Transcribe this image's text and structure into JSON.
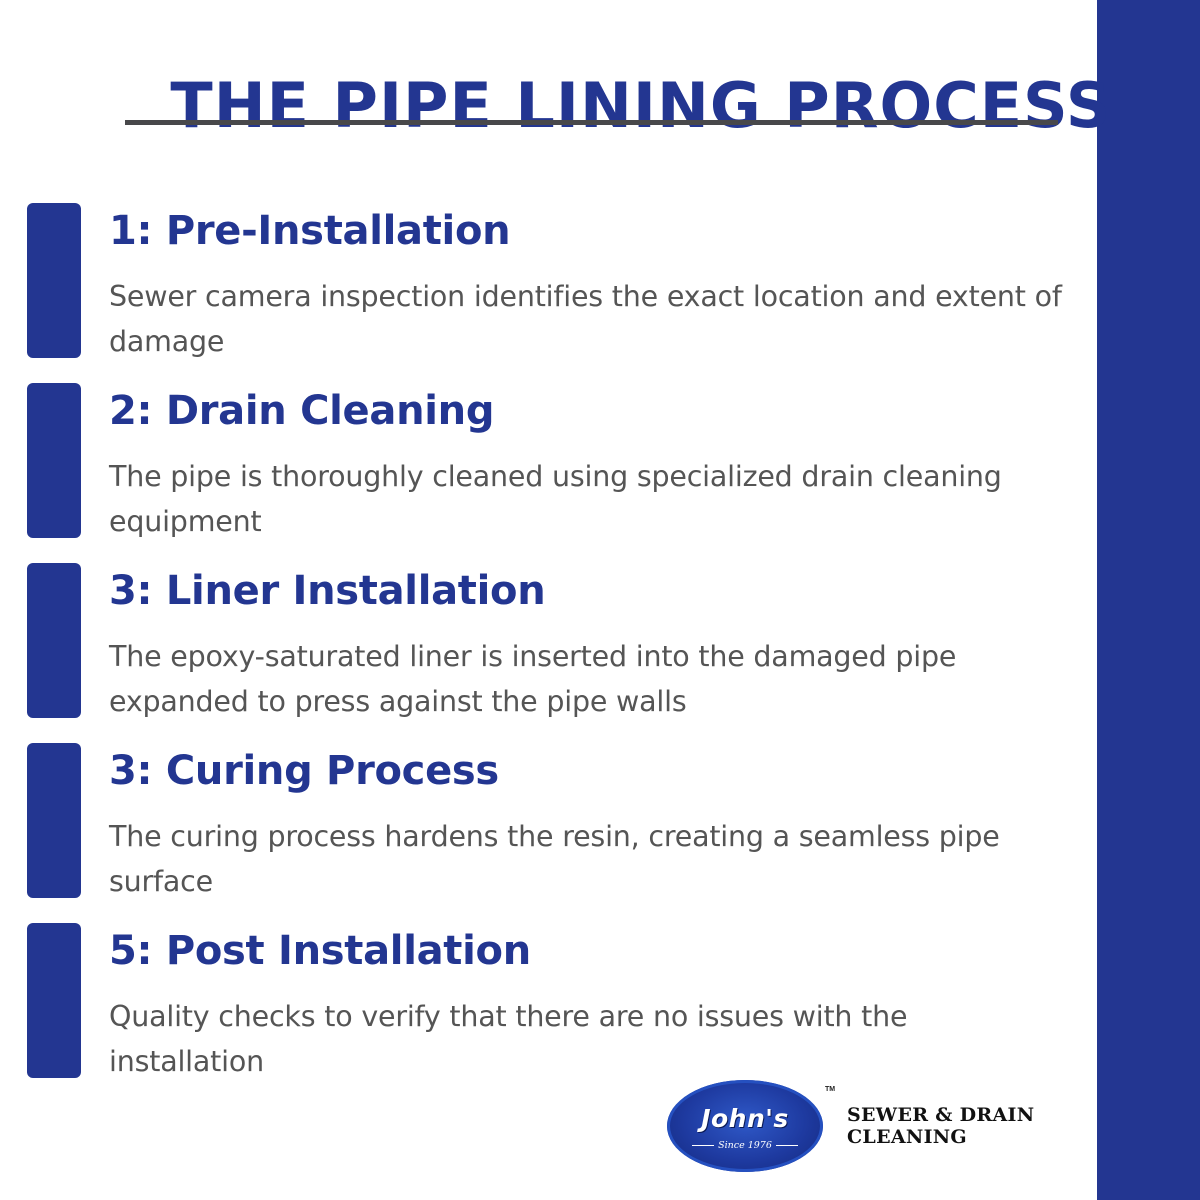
{
  "header": {
    "title": "THE PIPE LINING PROCESS"
  },
  "steps": [
    {
      "title": "1: Pre-Installation",
      "description": "Sewer camera inspection identifies the exact location and extent of damage"
    },
    {
      "title": "2: Drain Cleaning",
      "description": "The pipe is thoroughly cleaned using specialized drain cleaning equipment"
    },
    {
      "title": "3: Liner Installation",
      "description": "The epoxy-saturated liner is inserted into the damaged pipe expanded to press against the pipe walls"
    },
    {
      "title": "3: Curing Process",
      "description": "The curing process hardens the resin, creating a seamless pipe surface"
    },
    {
      "title": "5: Post Installation",
      "description": "Quality checks to verify that there are no issues with the installation"
    }
  ],
  "logo": {
    "name": "John's",
    "since": "Since 1976",
    "trademark": "TM",
    "company_line1": "SEWER & DRAIN",
    "company_line2": "CLEANING"
  },
  "colors": {
    "brand_blue": "#233691",
    "body_text": "#555555",
    "rule": "#48484a"
  }
}
